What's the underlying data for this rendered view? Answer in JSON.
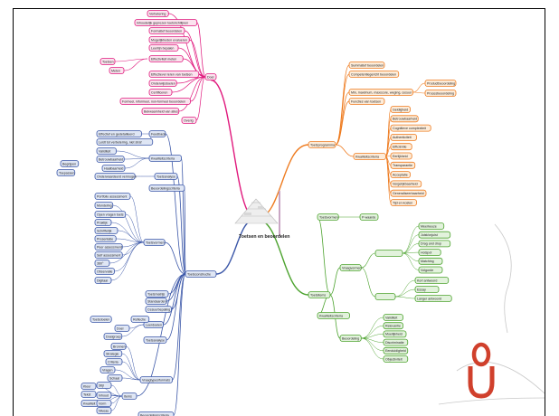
{
  "title": "Toetsen en beoordelen",
  "colors": {
    "pink": "#e0197d",
    "pink_fill": "#fbe3ee",
    "orange": "#ee7b1f",
    "orange_fill": "#fdecd9",
    "blue": "#3b57a8",
    "blue_fill": "#dfe6f4",
    "green": "#4da32f",
    "green_fill": "#e2f2dc",
    "logo": "#d0402c"
  },
  "pink": {
    "main": "Doel",
    "items": [
      "Verbetering",
      "Inhoudelijk geprezen toetsrichtlijnen",
      "Formatief beoordelen",
      "Mogelijkheden evalueren",
      "Leerlijn bepalen",
      "Effectiviteit meten",
      "Effectiever leren van toetsen",
      "Onderwijsdoelen",
      "Certificeren",
      "Formeel, informeel, non-formeel beoordelen",
      "Bekwaamheid van alles",
      "Overig"
    ],
    "sub": [
      "Toetsen",
      "Meten"
    ]
  },
  "orange": {
    "main": "Toetsprogramma",
    "items": [
      "Summatief beoordelen",
      "Competentiegericht beoordelen",
      "Min, maximum, maxscore, weging, cesuur",
      "Functies van toetsen",
      "Kwaliteitscriteria"
    ],
    "sub2": [
      "Productbeoordeling",
      "Procesbeoordeling"
    ],
    "criteria": [
      "Geldigheid",
      "Betrouwbaarheid",
      "Cognitieve complexiteit",
      "Authenticiteit",
      "Efficiëntie",
      "Eerlijkheid",
      "Transparantie",
      "Acceptatie",
      "Vergelijkbaarheid",
      "Generaliseerbaarheid",
      "Tijd en kosten"
    ]
  },
  "blue": {
    "main": "Toetsconstructie",
    "groups": [
      "Feedback",
      "Kwaliteitscriteria",
      "Toetsanalyse",
      "Beoordelingscriteria",
      "Toetsvormen",
      "Toetsmatrijs",
      "Standaarden",
      "Cesuurbepaling",
      "Leerdoelen",
      "Toetsanalyse",
      "Vraagtypes/formats",
      "Items",
      "Beoordelingscriteria"
    ],
    "leaves": [
      "Effectief en gedetailleerd",
      "Leidt tot verbetering, niet straf",
      "Validiteit",
      "Betrouwbaarheid",
      "Haalbaarheid",
      "Onderwaardeerd vermogen",
      "Portfolio assessment",
      "Mondeling",
      "Open vragen toets",
      "Praktijk",
      "Schriftelijk",
      "Presentatie",
      "Peer assessment",
      "Self assessment",
      "360°",
      "Observatie",
      "Digitaal",
      "Doel",
      "Doelgroep",
      "Bronnen",
      "Strategie",
      "Criteria",
      "Vragen",
      "Schaal",
      "Kleur",
      "Tekst",
      "Kwaliteit",
      "Inhoud",
      "Vorm",
      "Niveau",
      "Stijl"
    ],
    "side": [
      "Begrijpen",
      "Toepassen",
      "Toetsdoelen",
      "Reflectie"
    ]
  },
  "green": {
    "main": "Toetsitems",
    "groups": [
      "Toetsvormen",
      "Vraagvormen",
      "Kwaliteitscriteria",
      "Beoordeling"
    ],
    "leaf_top": "P-waarde",
    "closed": [
      "Meerkeuze",
      "Juist/onjuist",
      "Drag and drop",
      "Hotspot",
      "Matching",
      "Volgorde"
    ],
    "open": [
      "Kort antwoord",
      "Essay",
      "Langer antwoord"
    ],
    "quality": [
      "Validiteit",
      "Relevantie",
      "Moeilijkheid",
      "Discriminatie",
      "Eenduidigheid",
      "Objectiviteit"
    ]
  }
}
